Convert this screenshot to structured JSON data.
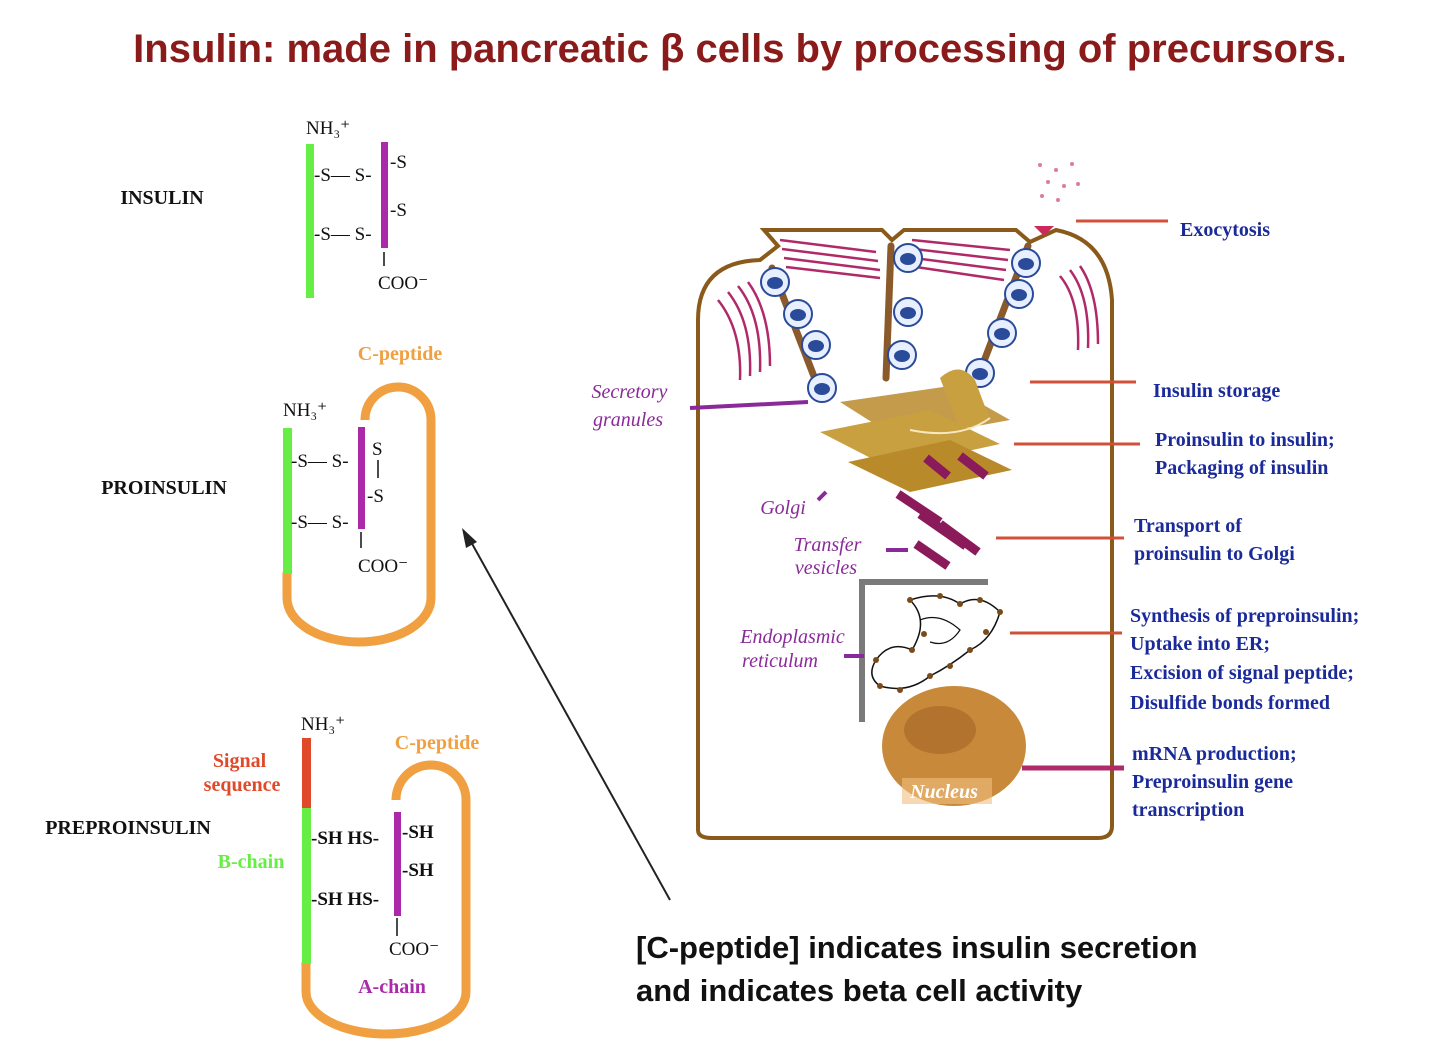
{
  "title": "Insulin: made in pancreatic β cells by processing of precursors.",
  "molecules": {
    "insulin": {
      "name": "INSULIN",
      "nh3": "NH₃⁺",
      "s_left_1": "-S— S-",
      "s_left_2": "-S— S-",
      "s_right_1": "-S",
      "s_right_2": "-S",
      "coo": "COO⁻"
    },
    "proinsulin": {
      "name": "PROINSULIN",
      "c_peptide": "C-peptide",
      "nh3": "NH₃⁺",
      "s_left_1": "-S— S-",
      "s_left_2": "-S— S-",
      "s_right_1": "S",
      "s_right_2": "-S",
      "coo": "COO⁻"
    },
    "preproinsulin": {
      "name": "PREPROINSULIN",
      "nh3": "NH₃⁺",
      "signal_sequence": [
        "Signal",
        "sequence"
      ],
      "c_peptide": "C-peptide",
      "b_chain": "B-chain",
      "a_chain": "A-chain",
      "sh_pair_1": "-SH HS-",
      "sh_pair_2": "-SH HS-",
      "sh_right_1": "-SH",
      "sh_right_2": "-SH",
      "coo": "COO⁻"
    }
  },
  "cell": {
    "left_labels": {
      "secretory_granules": [
        "Secretory",
        "granules"
      ],
      "golgi": "Golgi",
      "transfer_vesicles": [
        "Transfer",
        "vesicles"
      ],
      "endoplasmic_reticulum": [
        "Endoplasmic",
        "reticulum"
      ],
      "nucleus": "Nucleus"
    },
    "steps": {
      "exocytosis": [
        "Exocytosis"
      ],
      "insulin_storage": [
        "Insulin storage"
      ],
      "proinsulin_to_insulin": [
        "Proinsulin to insulin;",
        "Packaging of insulin"
      ],
      "transport": [
        "Transport of",
        "proinsulin to Golgi"
      ],
      "synthesis": [
        "Synthesis of preproinsulin;",
        "Uptake into ER;",
        "Excision of signal peptide;",
        "Disulfide bonds formed"
      ],
      "mrna": [
        "mRNA production;",
        "Preproinsulin gene",
        "transcription"
      ]
    }
  },
  "caption": [
    "[C-peptide] indicates insulin secretion",
    "and indicates beta cell activity"
  ],
  "colors": {
    "title": "#8b1a1a",
    "b_chain": "#66ee44",
    "a_chain": "#aa2aaa",
    "c_peptide": "#f0a040",
    "signal": "#e04a2a",
    "step_text": "#1a2a9a",
    "organelle_text": "#8a2a9a",
    "cell_outline": "#8a5a1a",
    "golgi": "#c8a040",
    "nucleus": "#c88a3a"
  }
}
